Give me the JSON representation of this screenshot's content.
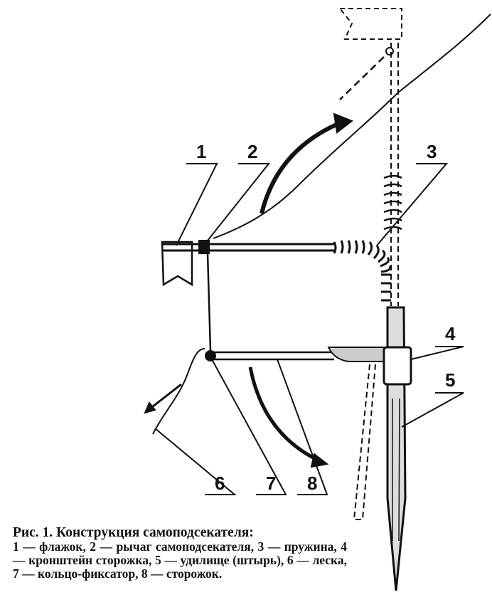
{
  "figure": {
    "labels": [
      "1",
      "2",
      "3",
      "4",
      "5",
      "6",
      "7",
      "8"
    ],
    "caption_title": "Рис. 1. Конструкция самоподсекателя:",
    "caption_legend": "1 — флажок,  2 — рычаг  самоподсекателя, 3 — пружина, 4 — кронштейн сторожка, 5 — удилище (штырь), 6 — леска, 7 — кольцо-фиксатор, 8 — сторожок."
  }
}
